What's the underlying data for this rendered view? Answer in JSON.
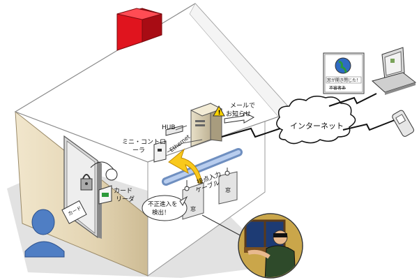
{
  "labels": {
    "hub": "HUB",
    "mini_controller_line1": "ミニ・コントロ",
    "mini_controller_line2": "ーラ",
    "ethernet": "Ethernet",
    "mail_line1": "メールで",
    "mail_line2": "お知らせ",
    "internet": "インターネット",
    "contact_input_line1": "接点入力",
    "contact_input_line2": "ケーブル",
    "card_reader_line1": "カード",
    "card_reader_line2": "リーダ",
    "intrusion_line1": "不正進入を",
    "intrusion_line2": "検出！",
    "window_1": "窓",
    "window_2": "窓",
    "card_text": "カード",
    "screen_msg_1": "窓が開き閉じた！",
    "screen_msg_2": "不審者あ"
  },
  "colors": {
    "house_wall": "#e8dcc0",
    "house_wall_shade": "#d9cba7",
    "roof": "#ffffff",
    "chimney": "#e0141e",
    "person": "#5a86c8",
    "ground_shadow": "#dcdcdc",
    "arrow": "#f7c51e",
    "pipe": "#9ab6e0"
  }
}
